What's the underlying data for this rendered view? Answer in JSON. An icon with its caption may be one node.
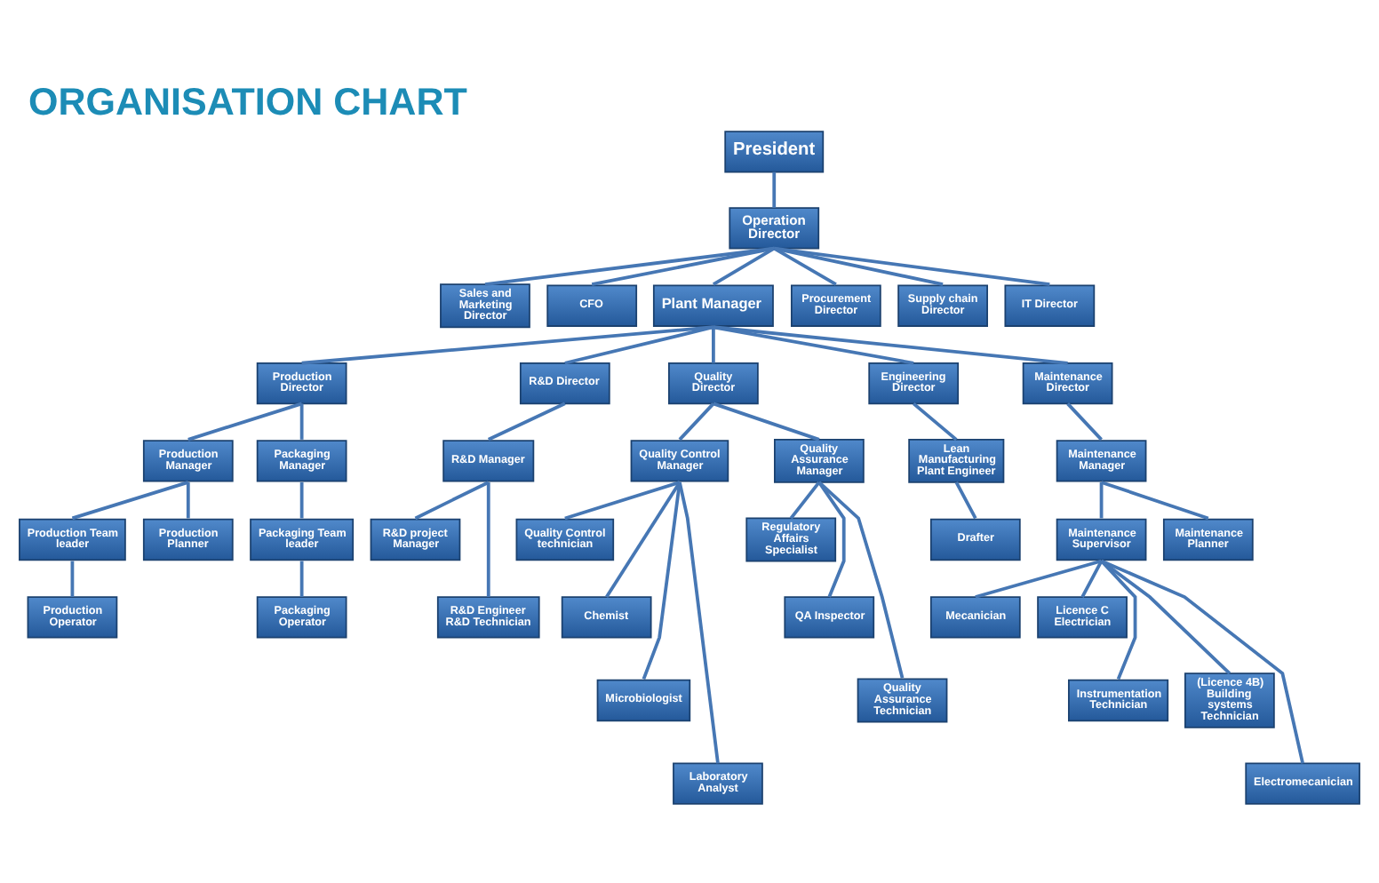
{
  "diagram": {
    "title": "ORGANISATION CHART",
    "nodes": [
      {
        "text": [
          "President"
        ]
      },
      {
        "text": [
          "Operation Director"
        ]
      },
      {
        "text": [
          "Sales and Marketing Director"
        ]
      },
      {
        "text": [
          "CFO"
        ]
      },
      {
        "text": [
          "Plant Manager"
        ]
      },
      {
        "text": [
          "Procurement Director"
        ]
      },
      {
        "text": [
          "Supply chain Director"
        ]
      },
      {
        "text": [
          "IT Director"
        ]
      },
      {
        "text": [
          "Production Director"
        ]
      },
      {
        "text": [
          "R&D Director"
        ]
      },
      {
        "text": [
          "Quality Director"
        ]
      },
      {
        "text": [
          "Engineering Director"
        ]
      },
      {
        "text": [
          "Maintenance Director"
        ]
      },
      {
        "text": [
          "Production Manager"
        ]
      },
      {
        "text": [
          "Packaging Manager"
        ]
      },
      {
        "text": [
          "R&D Manager"
        ]
      },
      {
        "text": [
          "Quality Control Manager"
        ]
      },
      {
        "text": [
          "Quality Assurance Manager"
        ]
      },
      {
        "text": [
          "Lean Manufacturing Plant Engineer"
        ]
      },
      {
        "text": [
          "Maintenance Manager"
        ]
      },
      {
        "text": [
          "Production Team leader"
        ]
      },
      {
        "text": [
          "Production Planner"
        ]
      },
      {
        "text": [
          "Packaging Team leader"
        ]
      },
      {
        "text": [
          "R&D project Manager"
        ]
      },
      {
        "text": [
          "Quality Control technician"
        ]
      },
      {
        "text": [
          "Regulatory Affairs Specialist"
        ]
      },
      {
        "text": [
          "Drafter"
        ]
      },
      {
        "text": [
          "Maintenance Supervisor"
        ]
      },
      {
        "text": [
          "Maintenance Planner"
        ]
      },
      {
        "text": [
          "Production Operator"
        ]
      },
      {
        "text": [
          "Packaging Operator"
        ]
      },
      {
        "text": [
          "Chemist"
        ]
      },
      {
        "text": [
          "QA Inspector"
        ]
      },
      {
        "text": [
          "R&D Engineer",
          "R&D Technician"
        ]
      },
      {
        "text": [
          "Microbiologist"
        ]
      },
      {
        "text": [
          "Quality Assurance Technician"
        ]
      },
      {
        "text": [
          "Mecanician"
        ]
      },
      {
        "text": [
          "Licence C Electrician"
        ]
      },
      {
        "text": [
          "Instrumentation Technician"
        ]
      },
      {
        "text": [
          "(Licence 4B) Building systems Technician"
        ]
      },
      {
        "text": [
          "Laboratory Analyst"
        ]
      },
      {
        "text": [
          "Electromecanician"
        ]
      }
    ],
    "edges": [
      {
        "from": 0,
        "to": 1,
        "arrow": "none"
      },
      {
        "from": 1,
        "to": 2,
        "arrow": "none"
      },
      {
        "from": 1,
        "to": 3,
        "arrow": "none"
      },
      {
        "from": 1,
        "to": 4,
        "arrow": "none"
      },
      {
        "from": 1,
        "to": 5,
        "arrow": "none"
      },
      {
        "from": 1,
        "to": 6,
        "arrow": "none"
      },
      {
        "from": 1,
        "to": 7,
        "arrow": "none"
      },
      {
        "from": 4,
        "to": 8,
        "arrow": "none"
      },
      {
        "from": 4,
        "to": 9,
        "arrow": "none"
      },
      {
        "from": 4,
        "to": 10,
        "arrow": "none"
      },
      {
        "from": 4,
        "to": 11,
        "arrow": "none"
      },
      {
        "from": 4,
        "to": 12,
        "arrow": "none"
      },
      {
        "from": 8,
        "to": 13,
        "arrow": "none"
      },
      {
        "from": 8,
        "to": 14,
        "arrow": "none"
      },
      {
        "from": 9,
        "to": 15,
        "arrow": "none"
      },
      {
        "from": 10,
        "to": 16,
        "arrow": "none"
      },
      {
        "from": 10,
        "to": 17,
        "arrow": "none"
      },
      {
        "from": 11,
        "to": 18,
        "arrow": "none"
      },
      {
        "from": 12,
        "to": 19,
        "arrow": "none"
      },
      {
        "from": 13,
        "to": 20,
        "arrow": "none"
      },
      {
        "from": 13,
        "to": 21,
        "arrow": "none"
      },
      {
        "from": 14,
        "to": 22,
        "arrow": "none"
      },
      {
        "from": 15,
        "to": 23,
        "arrow": "none"
      },
      {
        "from": 15,
        "to": 33,
        "arrow": "none"
      },
      {
        "from": 16,
        "to": 24,
        "arrow": "none"
      },
      {
        "from": 16,
        "to": 31,
        "arrow": "none"
      },
      {
        "from": 16,
        "to": 34,
        "arrow": "none"
      },
      {
        "from": 16,
        "to": 40,
        "arrow": "none"
      },
      {
        "from": 17,
        "to": 25,
        "arrow": "none"
      },
      {
        "from": 17,
        "to": 32,
        "arrow": "none"
      },
      {
        "from": 17,
        "to": 35,
        "arrow": "none"
      },
      {
        "from": 18,
        "to": 26,
        "arrow": "none"
      },
      {
        "from": 19,
        "to": 27,
        "arrow": "none"
      },
      {
        "from": 19,
        "to": 28,
        "arrow": "none"
      },
      {
        "from": 20,
        "to": 29,
        "arrow": "none"
      },
      {
        "from": 22,
        "to": 30,
        "arrow": "none"
      },
      {
        "from": 27,
        "to": 36,
        "arrow": "none"
      },
      {
        "from": 27,
        "to": 37,
        "arrow": "none"
      },
      {
        "from": 27,
        "to": 38,
        "arrow": "none"
      },
      {
        "from": 27,
        "to": 39,
        "arrow": "none"
      },
      {
        "from": 27,
        "to": 41,
        "arrow": "none"
      }
    ]
  }
}
